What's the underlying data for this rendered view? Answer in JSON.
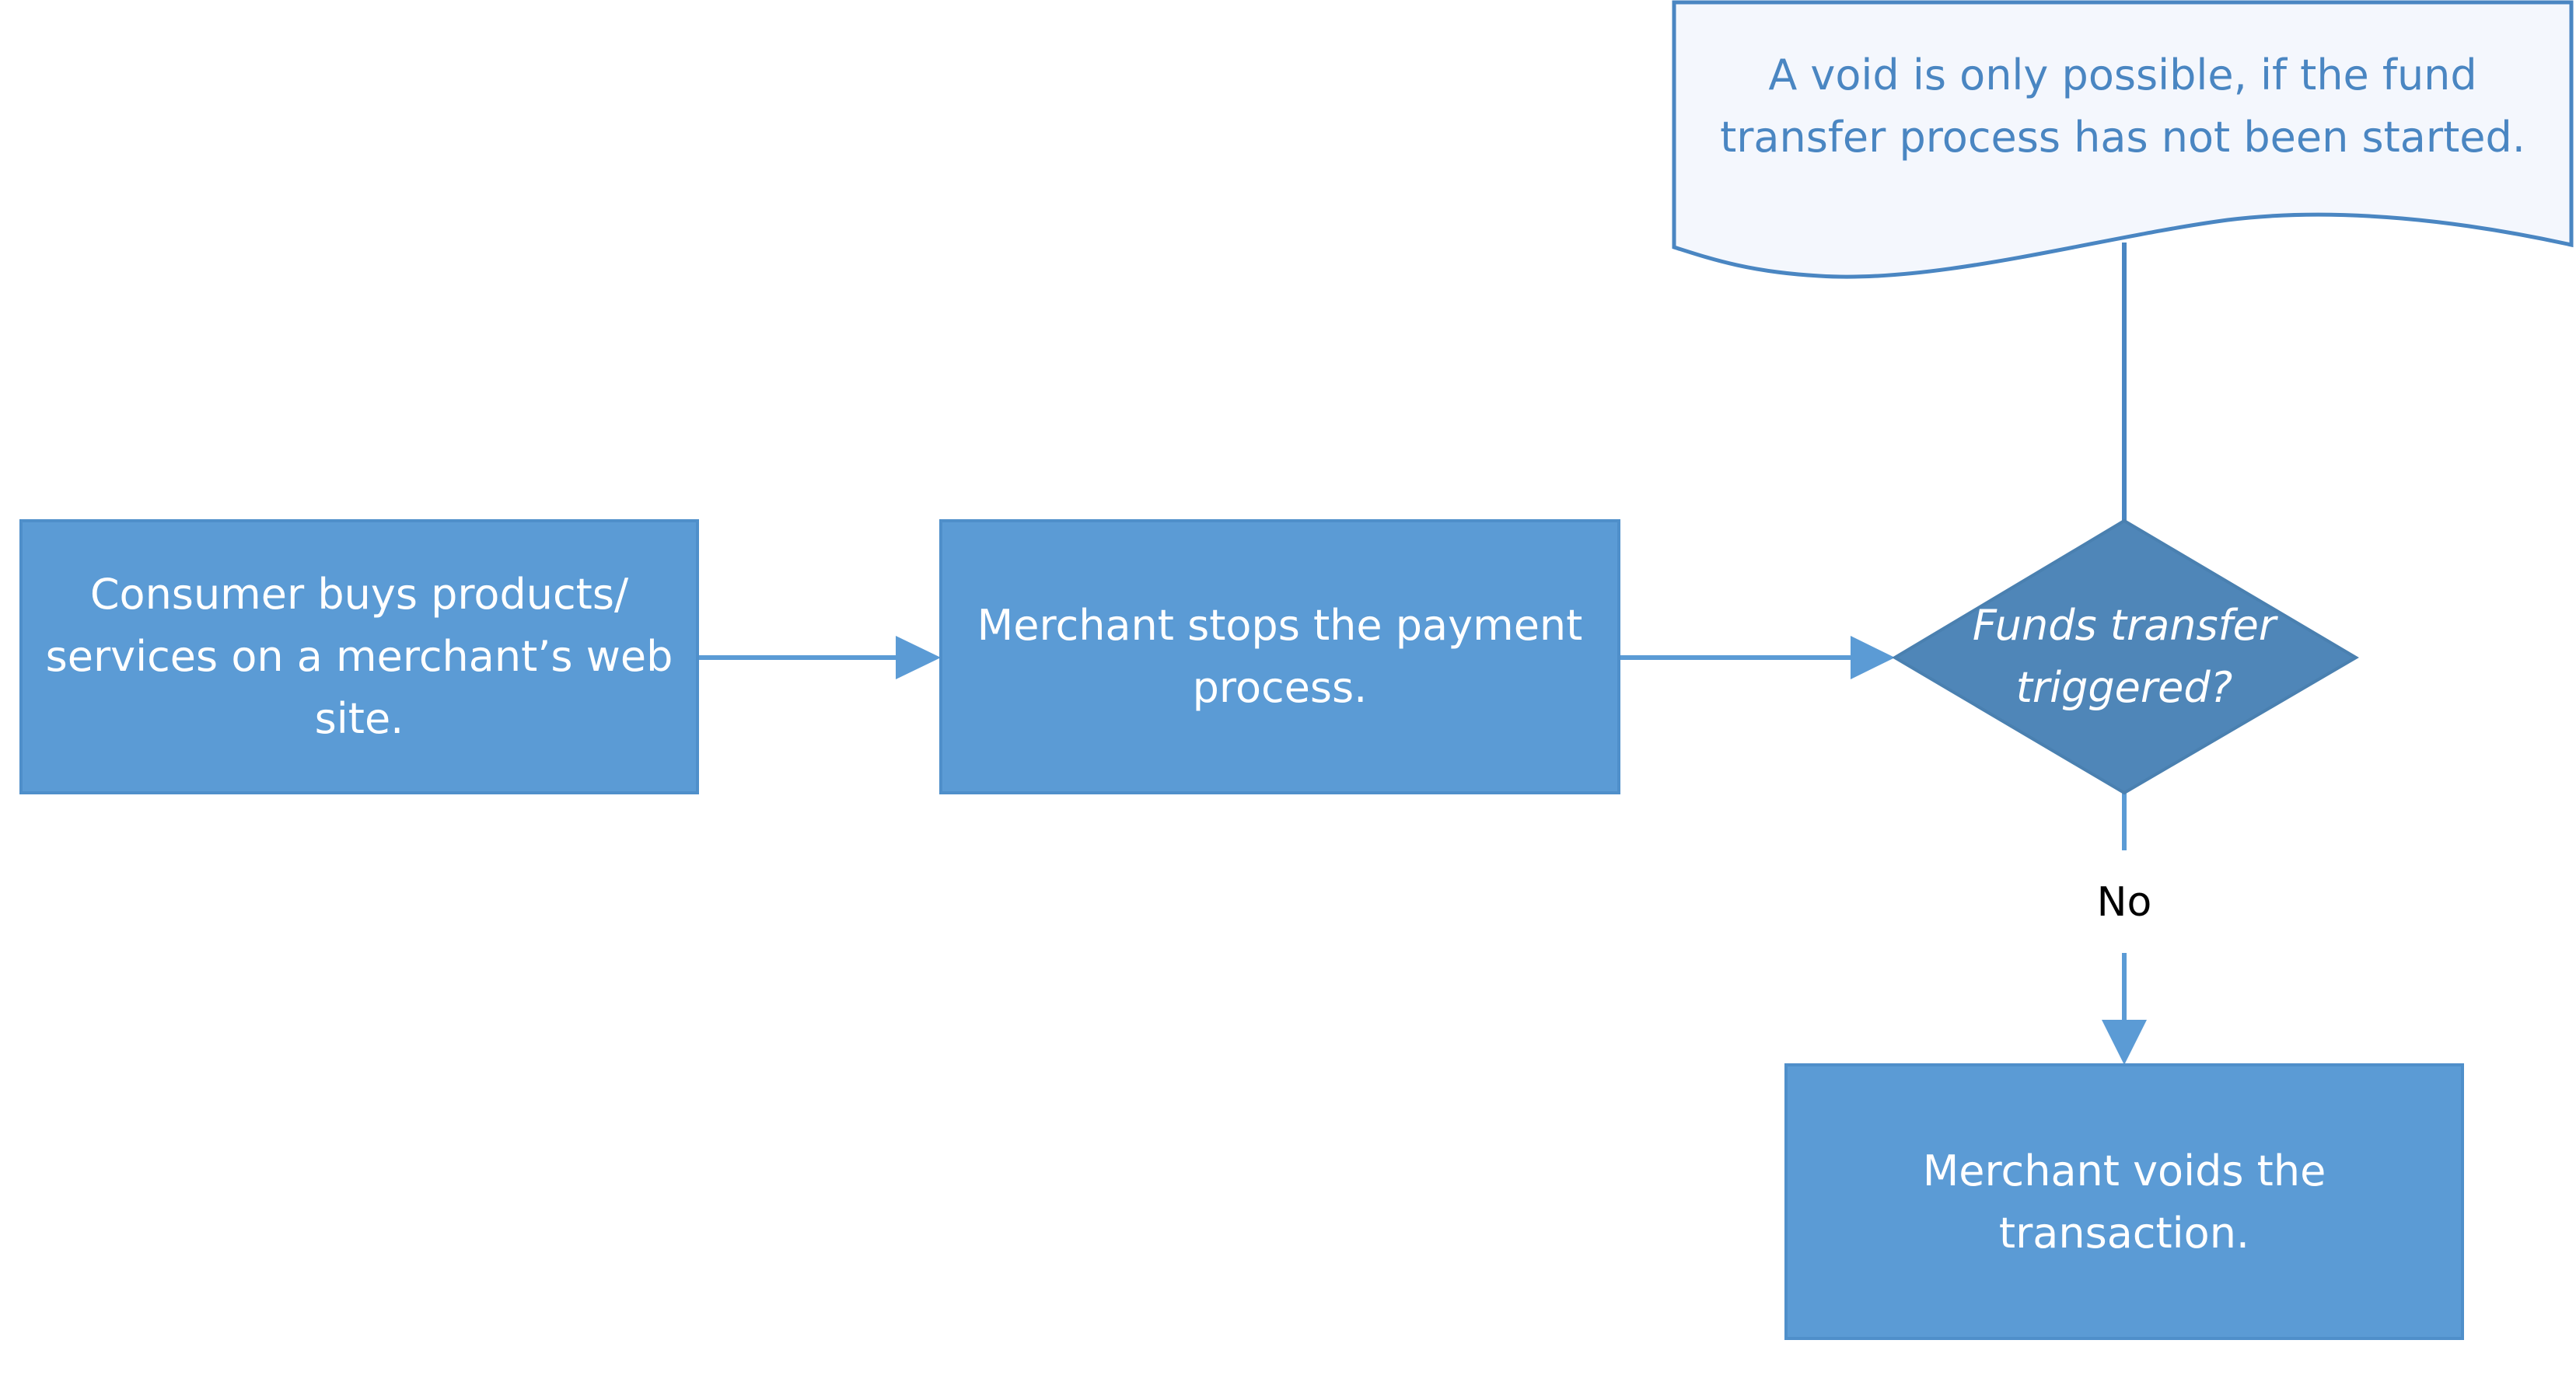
{
  "colors": {
    "process_fill": "#5b9bd5",
    "process_stroke": "#4f8fca",
    "decision_fill": "#4f86b8",
    "connector": "#5b9bd5",
    "note_stroke": "#4a86c2",
    "note_fill": "#f4f7fd",
    "note_text": "#4a86c2",
    "label_text": "#000000"
  },
  "nodes": {
    "step1": {
      "line1": "Consumer buys products/",
      "line2": "services on a merchant’s web",
      "line3": "site."
    },
    "step2": {
      "line1": "Merchant stops the payment",
      "line2": "process."
    },
    "decision": {
      "line1": "Funds transfer",
      "line2": "triggered?"
    },
    "step3": {
      "line1": "Merchant voids the",
      "line2": "transaction."
    }
  },
  "note": {
    "line1": "A void is only possible, if the fund",
    "line2": "transfer process has not been started."
  },
  "edges": {
    "decision_to_step3_label": "No"
  }
}
